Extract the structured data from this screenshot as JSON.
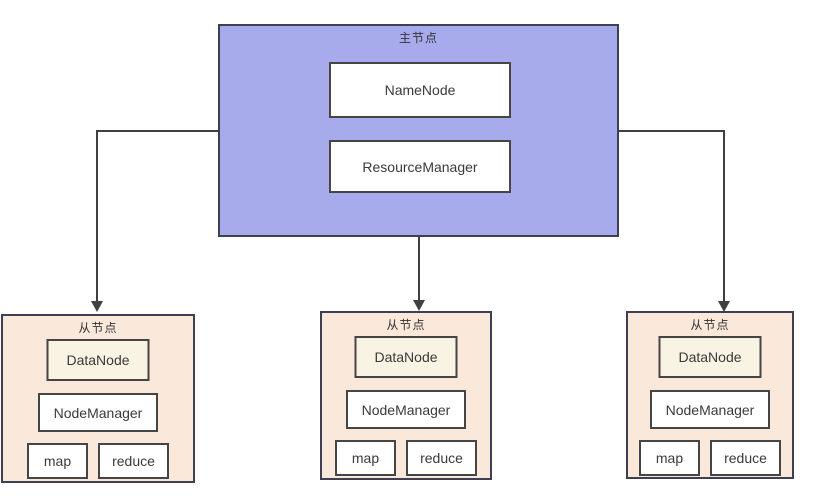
{
  "master": {
    "title": "主节点",
    "components": {
      "name_node": "NameNode",
      "resource_manager": "ResourceManager"
    }
  },
  "slaves": [
    {
      "title": "从节点",
      "data_node": "DataNode",
      "node_manager": "NodeManager",
      "map": "map",
      "reduce": "reduce"
    },
    {
      "title": "从节点",
      "data_node": "DataNode",
      "node_manager": "NodeManager",
      "map": "map",
      "reduce": "reduce"
    },
    {
      "title": "从节点",
      "data_node": "DataNode",
      "node_manager": "NodeManager",
      "map": "map",
      "reduce": "reduce"
    }
  ],
  "colors": {
    "master_fill": "#a7abec",
    "slave_fill": "#fae8da",
    "datanode_fill": "#f8f3e2",
    "node_border": "#3f3f52",
    "box_border": "#454545",
    "line_color": "#404040"
  }
}
